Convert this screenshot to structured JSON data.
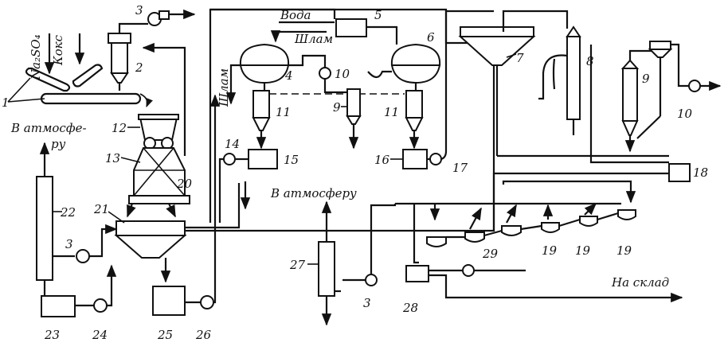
{
  "diagram": {
    "labels": {
      "na2so4": "Na₂SO₄",
      "koks": "Кокс",
      "voda": "Вода",
      "shlam_top": "Шлам",
      "shlam_left": "Шлам",
      "atm_left_1": "В атмосфе-",
      "atm_left_2": "ру",
      "atm_mid": "В атмосферу",
      "na_sklad": "На склад"
    },
    "numbers": {
      "n1": "1",
      "n2": "2",
      "n3a": "3",
      "n3b": "3",
      "n3c": "3",
      "n4": "4",
      "n5": "5",
      "n6": "6",
      "n7": "7",
      "n8": "8",
      "n9a": "9",
      "n9b": "9",
      "n10a": "10",
      "n10b": "10",
      "n11a": "11",
      "n11b": "11",
      "n12": "12",
      "n13": "13",
      "n14": "14",
      "n15": "15",
      "n16": "16",
      "n17": "17",
      "n18": "18",
      "n19a": "19",
      "n19b": "19",
      "n19c": "19",
      "n20": "20",
      "n21": "21",
      "n22": "22",
      "n23": "23",
      "n24": "24",
      "n25": "25",
      "n26": "26",
      "n27": "27",
      "n28": "28",
      "n29": "29"
    }
  }
}
